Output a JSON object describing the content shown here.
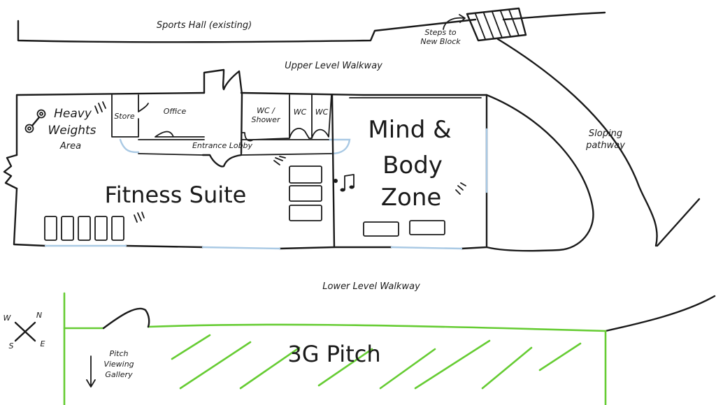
{
  "labels": {
    "sports_hall": "Sports Hall (existing)",
    "steps_line1": "Steps to",
    "steps_line2": "New Block",
    "upper_walkway": "Upper Level Walkway",
    "heavy_line1": "Heavy",
    "heavy_line2": "Weights",
    "heavy_line3": "Area",
    "store": "Store",
    "office": "Office",
    "wc_shower_line1": "WC /",
    "wc_shower_line2": "Shower",
    "wc_a": "WC",
    "wc_b": "WC",
    "entrance_lobby": "Entrance Lobby",
    "fitness_suite": "Fitness Suite",
    "mind_line1": "Mind &",
    "mind_line2": "Body",
    "mind_line3": "Zone",
    "sloping_line1": "Sloping",
    "sloping_line2": "pathway",
    "lower_walkway": "Lower Level Walkway",
    "pitch": "3G Pitch",
    "gallery_line1": "Pitch",
    "gallery_line2": "Viewing",
    "gallery_line3": "Gallery"
  },
  "compass": {
    "n": "N",
    "e": "E",
    "s": "S",
    "w": "W"
  },
  "colors": {
    "ink": "#1a1a1a",
    "glazing": "#a9c9e4",
    "grass": "#66cc33"
  }
}
